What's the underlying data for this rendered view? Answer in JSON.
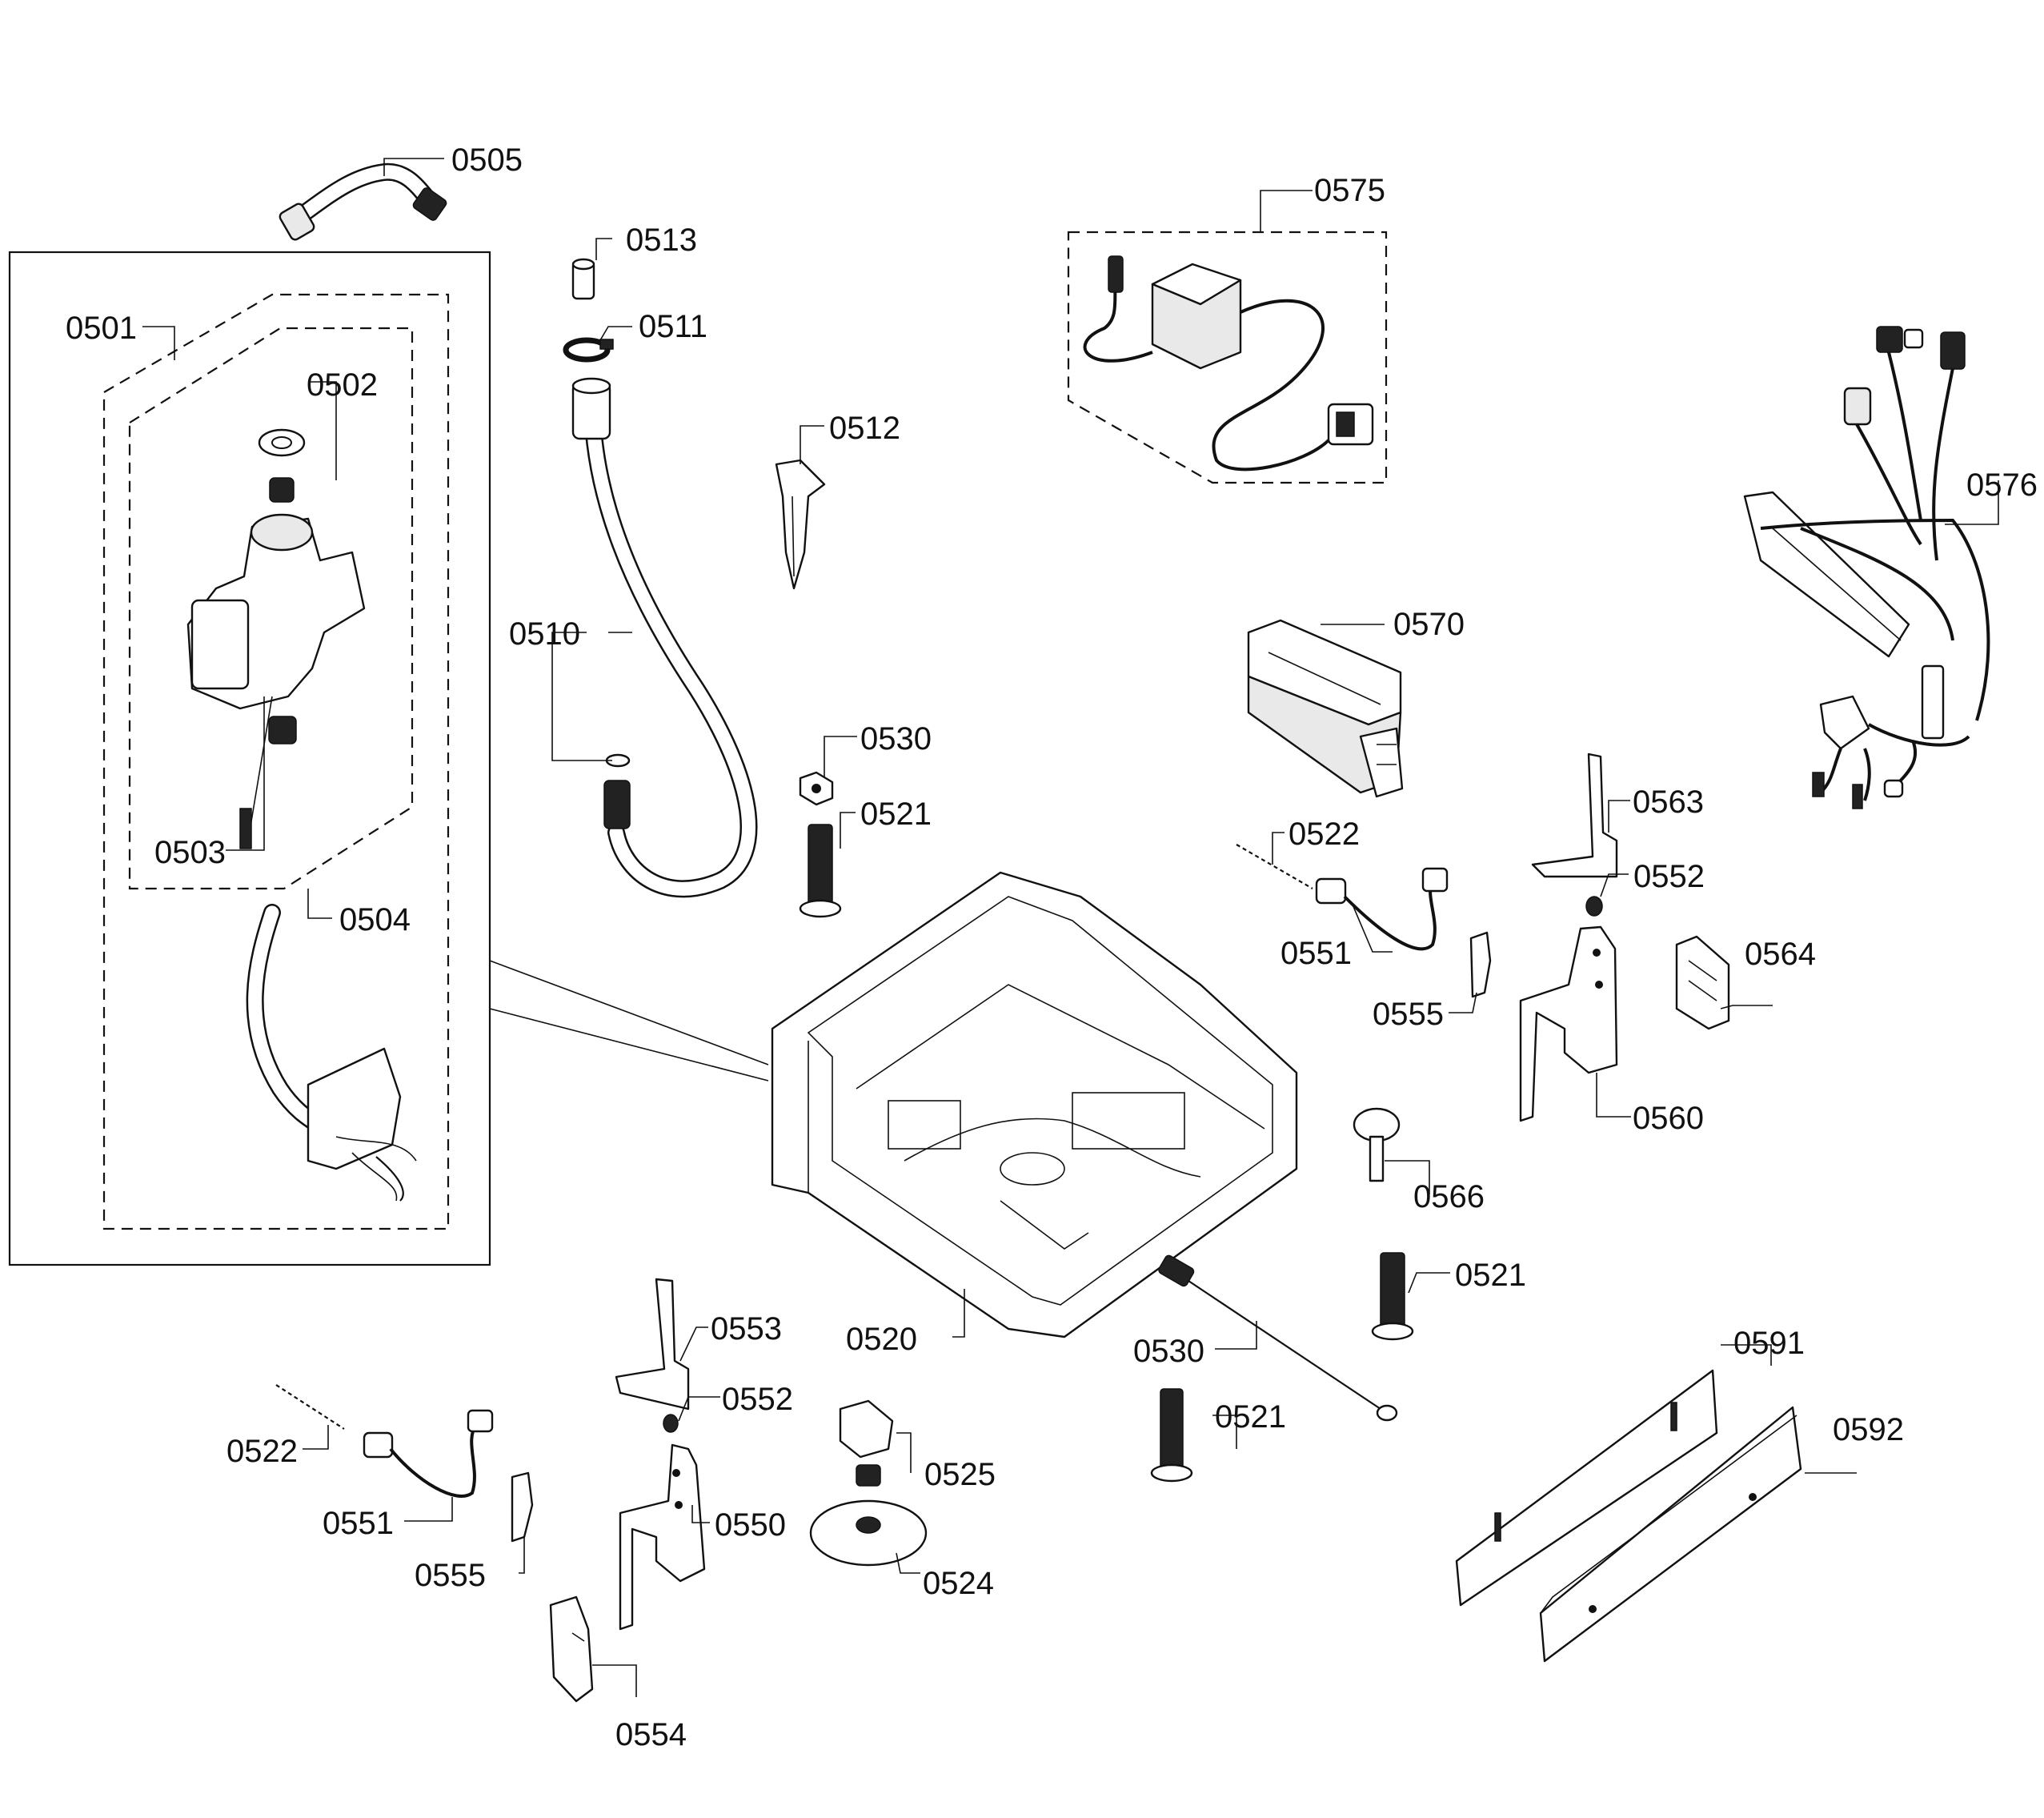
{
  "diagram": {
    "background": "#ffffff",
    "line_color": "#111111",
    "labels": {
      "l0505": "0505",
      "l0513": "0513",
      "l0511": "0511",
      "l0501": "0501",
      "l0502": "0502",
      "l0512": "0512",
      "l0510": "0510",
      "l0503": "0503",
      "l0504": "0504",
      "l0575": "0575",
      "l0576": "0576",
      "l0570": "0570",
      "l0530a": "0530",
      "l0521a": "0521",
      "l0522a": "0522",
      "l0563": "0563",
      "l0552a": "0552",
      "l0551a": "0551",
      "l0555a": "0555",
      "l0564": "0564",
      "l0560": "0560",
      "l0566": "0566",
      "l0521b": "0521",
      "l0553": "0553",
      "l0520": "0520",
      "l0530b": "0530",
      "l0591": "0591",
      "l0552b": "0552",
      "l0522b": "0522",
      "l0521c": "0521",
      "l0592": "0592",
      "l0525": "0525",
      "l0550": "0550",
      "l0551b": "0551",
      "l0555b": "0555",
      "l0524": "0524",
      "l0554": "0554"
    }
  }
}
